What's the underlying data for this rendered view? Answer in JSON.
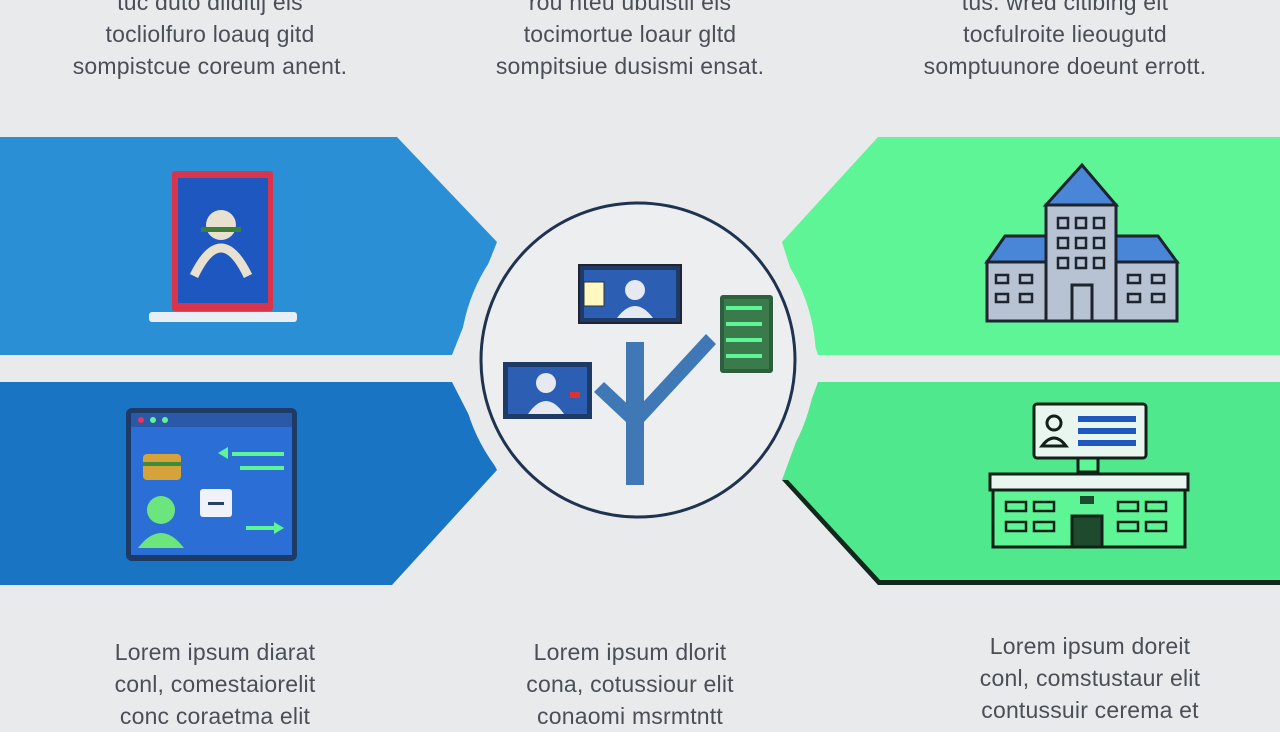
{
  "captions": {
    "top_left": [
      "tuc duto dilditij els",
      "tocliolfuro loauq gitd",
      "sompistcue coreum anent."
    ],
    "top_center": [
      "rou nteu ubuistii els",
      "tocimortue loaur gltd",
      "sompitsiue dusismi ensat."
    ],
    "top_right": [
      "tus. wred cltibing elt",
      "tocfulroite lieougutd",
      "somptuunore doeunt errott."
    ],
    "bottom_left": [
      "Lorem ipsum diarat",
      "conl, comestaiorelit",
      "conc coraetma elit"
    ],
    "bottom_center": [
      "Lorem ipsum dlorit",
      "cona, cotussiour elit",
      "conaomi msrmtntt"
    ],
    "bottom_right": [
      "Lorem ipsum doreit",
      "conl, comstustaur elit",
      "contussuir cerema et"
    ]
  },
  "colors": {
    "background": "#e9eaeb",
    "blue_panel": "#2b8fd6",
    "blue_panel_dark": "#1a74c4",
    "green_panel": "#5ef596",
    "green_panel_dark": "#4fe88c",
    "hub_outline": "#1f3250",
    "tree": "#3f78b5"
  },
  "icons": {
    "left_top": "id-badge-icon",
    "left_bottom": "browser-window-icon",
    "right_top": "school-building-icon",
    "right_bottom": "office-terminal-icon",
    "hub": "network-tree-icon"
  }
}
